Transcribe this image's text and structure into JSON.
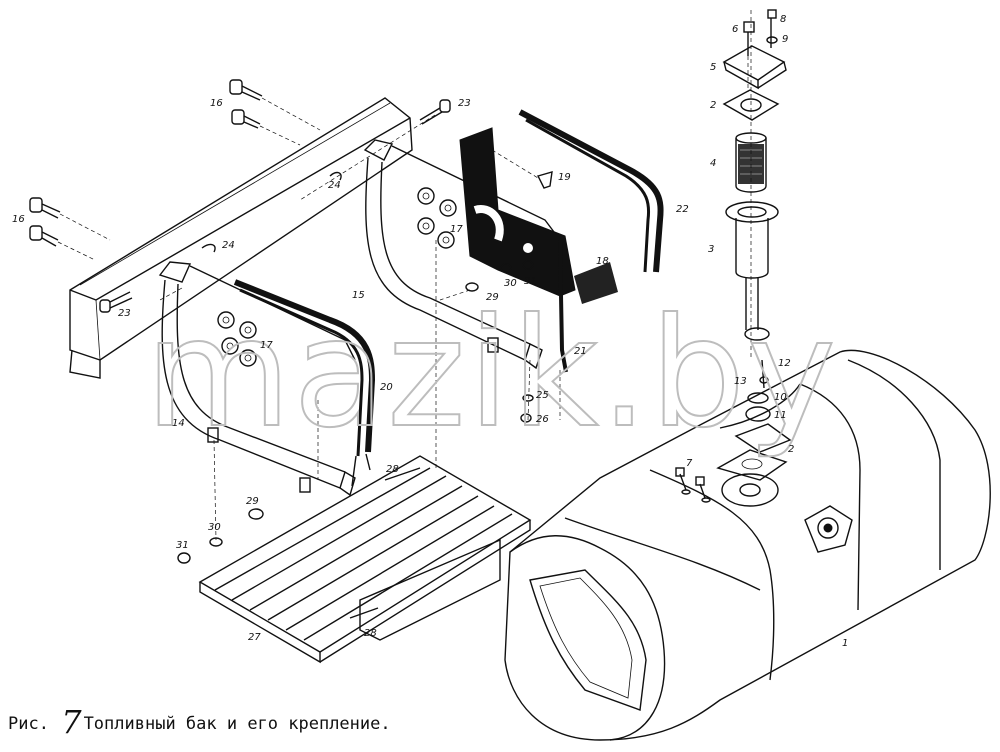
{
  "figure": {
    "prefix": "Рис.",
    "number": "7",
    "title": "Топливный бак и его крепление."
  },
  "watermark": "mazik.by",
  "callouts": [
    {
      "id": "c1",
      "text": "1"
    },
    {
      "id": "c2a",
      "text": "2"
    },
    {
      "id": "c2b",
      "text": "2"
    },
    {
      "id": "c3",
      "text": "3"
    },
    {
      "id": "c4",
      "text": "4"
    },
    {
      "id": "c5",
      "text": "5"
    },
    {
      "id": "c6",
      "text": "6"
    },
    {
      "id": "c7",
      "text": "7"
    },
    {
      "id": "c8",
      "text": "8"
    },
    {
      "id": "c9",
      "text": "9"
    },
    {
      "id": "c10",
      "text": "10"
    },
    {
      "id": "c11",
      "text": "11"
    },
    {
      "id": "c12",
      "text": "12"
    },
    {
      "id": "c13",
      "text": "13"
    },
    {
      "id": "c14",
      "text": "14"
    },
    {
      "id": "c15",
      "text": "15"
    },
    {
      "id": "c16a",
      "text": "16"
    },
    {
      "id": "c16b",
      "text": "16"
    },
    {
      "id": "c17a",
      "text": "17"
    },
    {
      "id": "c17b",
      "text": "17"
    },
    {
      "id": "c18",
      "text": "18"
    },
    {
      "id": "c19",
      "text": "19"
    },
    {
      "id": "c20",
      "text": "20"
    },
    {
      "id": "c21",
      "text": "21"
    },
    {
      "id": "c22",
      "text": "22"
    },
    {
      "id": "c23a",
      "text": "23"
    },
    {
      "id": "c23b",
      "text": "23"
    },
    {
      "id": "c24a",
      "text": "24"
    },
    {
      "id": "c24b",
      "text": "24"
    },
    {
      "id": "c25",
      "text": "25"
    },
    {
      "id": "c26",
      "text": "26"
    },
    {
      "id": "c27",
      "text": "27"
    },
    {
      "id": "c28a",
      "text": "28"
    },
    {
      "id": "c28b",
      "text": "28"
    },
    {
      "id": "c29a",
      "text": "29"
    },
    {
      "id": "c29b",
      "text": "29"
    },
    {
      "id": "c30a",
      "text": "30"
    },
    {
      "id": "c30b",
      "text": "30"
    },
    {
      "id": "c31a",
      "text": "31"
    },
    {
      "id": "c31b",
      "text": "31"
    }
  ]
}
